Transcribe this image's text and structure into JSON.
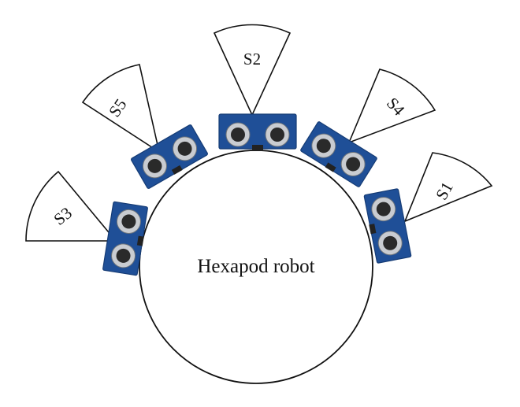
{
  "robot": {
    "label": "Hexapod robot"
  },
  "sensors": [
    {
      "id": "S3",
      "label": "S3"
    },
    {
      "id": "S5",
      "label": "S5"
    },
    {
      "id": "S2",
      "label": "S2"
    },
    {
      "id": "S4",
      "label": "S4"
    },
    {
      "id": "S1",
      "label": "S1"
    }
  ],
  "colors": {
    "board": "#1f4f97",
    "board_edge": "#163c75",
    "transducer_ring": "#c9ccd1",
    "transducer_core": "#2a2a2a",
    "outline": "#111111",
    "background": "#ffffff"
  }
}
